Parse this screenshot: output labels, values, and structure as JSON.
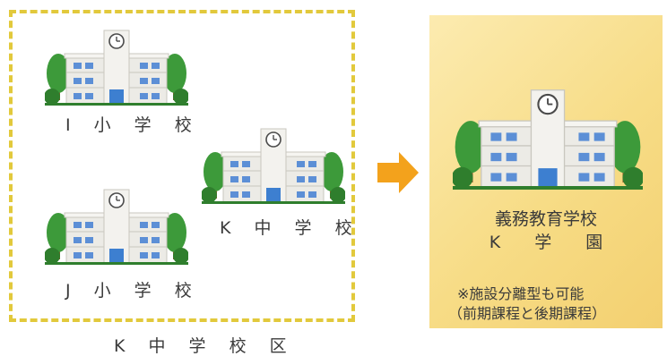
{
  "district": {
    "label": "K 中 学 校 区",
    "border_color": "#e2c93c",
    "schools": [
      {
        "label": "I 小 学 校"
      },
      {
        "label": "J 小 学 校"
      },
      {
        "label": "K 中 学 校"
      }
    ]
  },
  "arrow": {
    "icon": "right-arrow-icon",
    "color": "#f3a21c"
  },
  "result": {
    "background": "#f7dc86",
    "name_line1": "義務教育学校",
    "name_line2": "K　　学　　園",
    "note_line1": "※施設分離型も可能",
    "note_line2": "（前期課程と後期課程）"
  },
  "colors": {
    "building_wall": "#ecebe6",
    "window": "#5c8fd6",
    "door": "#3d7fd0",
    "tree": "#3d9a3a",
    "trunk": "#8a5a2b"
  }
}
